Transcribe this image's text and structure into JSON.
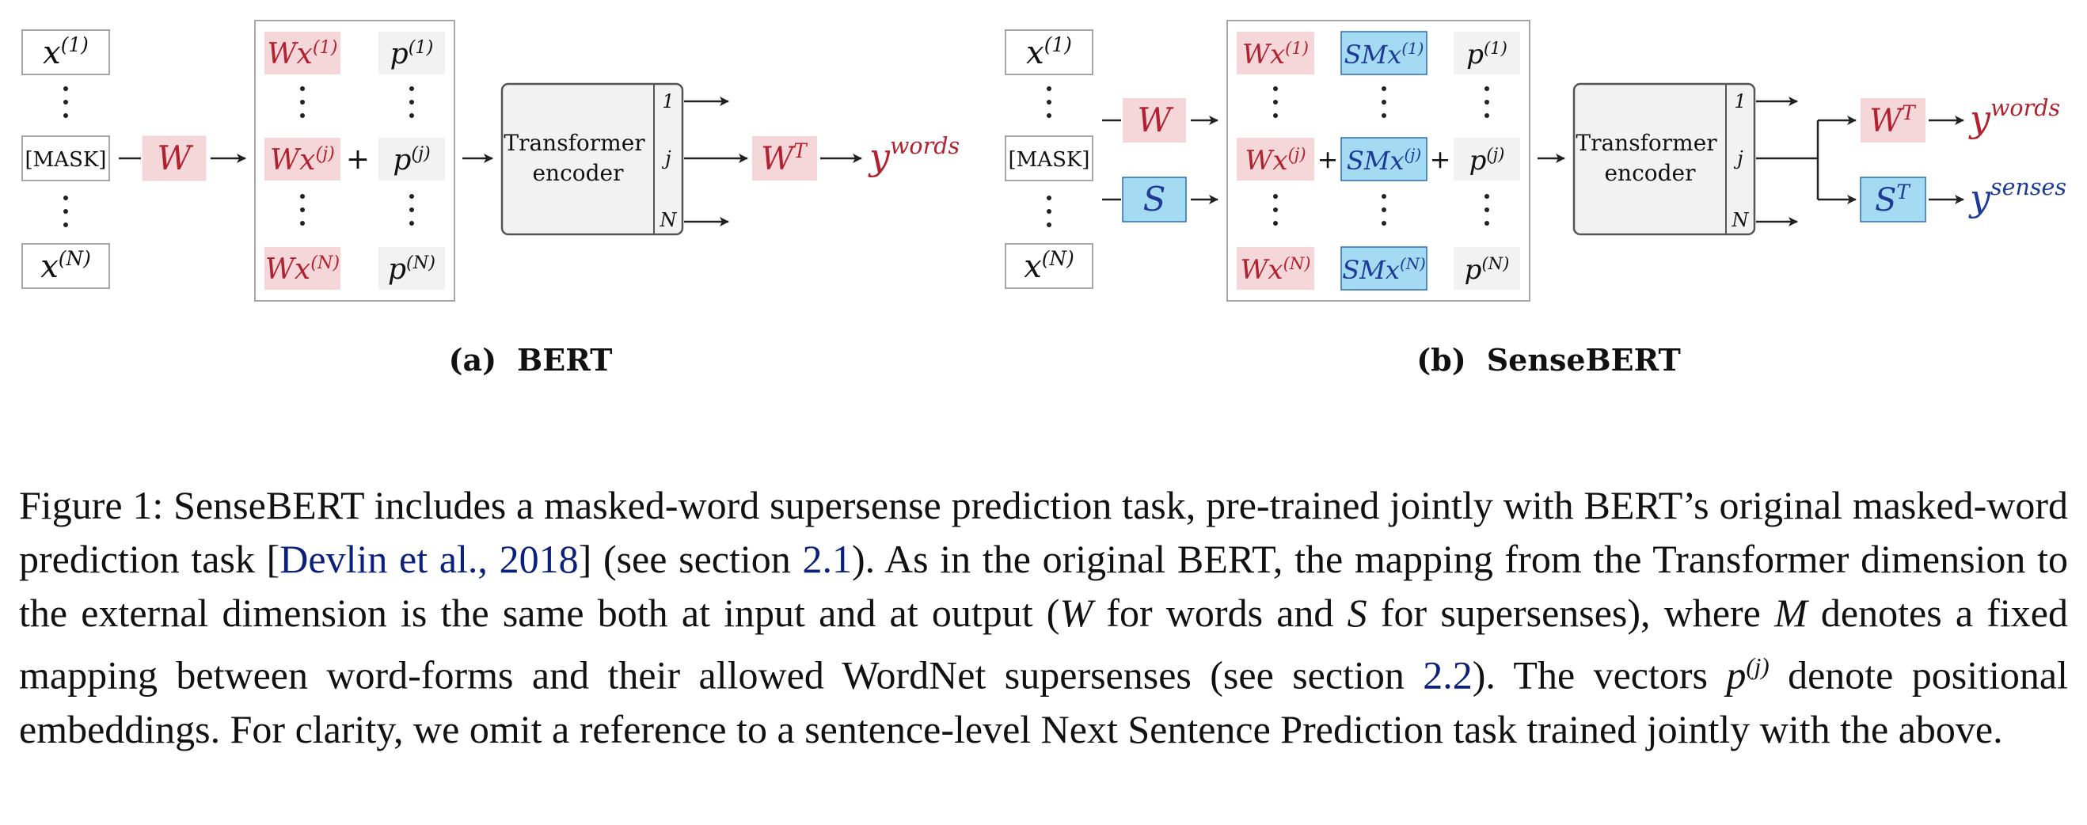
{
  "colors": {
    "red_text": "#b0222f",
    "red_fill": "#f6d7d9",
    "blue_text": "#1c3a96",
    "blue_fill": "#a5daf3",
    "gray_fill": "#f2f2f2",
    "border": "#a6a6a6",
    "citation": "#0b1f7c"
  },
  "figure": {
    "bert": {
      "inputs": {
        "x_first": "x",
        "x_first_sup": "(1)",
        "mask": "[MASK]",
        "x_last": "x",
        "x_last_sup": "(N)"
      },
      "w": "W",
      "embed": {
        "wx": "Wx",
        "sups": [
          "(1)",
          "(j)",
          "(N)"
        ],
        "p": "p",
        "plus": "+"
      },
      "transformer": [
        "Transformer",
        "encoder"
      ],
      "out_labels": [
        "1",
        "j",
        "N"
      ],
      "wt": "W",
      "wt_sup": "T",
      "y": "y",
      "y_sup": "words",
      "subcaption_letter": "(a)",
      "subcaption_name": "BERT"
    },
    "sensebert": {
      "inputs": {
        "x_first": "x",
        "x_first_sup": "(1)",
        "mask": "[MASK]",
        "x_last": "x",
        "x_last_sup": "(N)"
      },
      "w": "W",
      "s": "S",
      "embed": {
        "wx": "Wx",
        "smx": "SMx",
        "sups": [
          "(1)",
          "(j)",
          "(N)"
        ],
        "p": "p",
        "plus": "+"
      },
      "transformer": [
        "Transformer",
        "encoder"
      ],
      "out_labels": [
        "1",
        "j",
        "N"
      ],
      "wt": "W",
      "wt_sup": "T",
      "st": "S",
      "st_sup": "T",
      "y_words": "y",
      "y_words_sup": "words",
      "y_senses": "y",
      "y_senses_sup": "senses",
      "subcaption_letter": "(b)",
      "subcaption_name": "SenseBERT"
    }
  },
  "caption": {
    "part1": "Figure 1: SenseBERT includes a masked-word supersense prediction task, pre-trained jointly with BERT’s original masked-word prediction task [",
    "cite_author": "Devlin et al.",
    "cite_sep": ", ",
    "cite_year": "2018",
    "part2": "] (see section ",
    "ref1": "2.1",
    "part3": "). As in the original BERT, the mapping from the Transformer dimension to the external dimension is the same both at input and at output (",
    "W": "W",
    "part4": " for words and ",
    "S": "S",
    "part5": " for supersenses), where ",
    "M": "M",
    "part6": " denotes a fixed mapping between word-forms and their allowed WordNet supersenses (see section ",
    "ref2": "2.2",
    "part7": "). The vectors ",
    "p": "p",
    "p_sup": "(j)",
    "part8": " denote positional embeddings. For clarity, we omit a reference to a sentence-level Next Sentence Prediction task trained jointly with the above."
  }
}
